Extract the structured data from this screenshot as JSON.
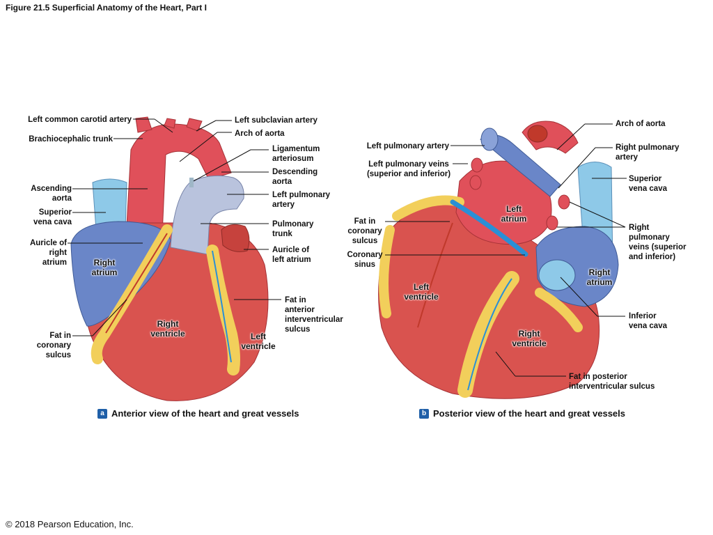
{
  "figure_title": "Figure 21.5 Superficial Anatomy of the Heart, Part I",
  "copyright": "© 2018 Pearson Education, Inc.",
  "panel_a": {
    "badge": "a",
    "caption": "Anterior view of the heart and great vessels",
    "labels": {
      "left_common_carotid": "Left common carotid artery",
      "brachiocephalic": "Brachiocephalic trunk",
      "ascending_aorta": "Ascending\naorta",
      "svc": "Superior\nvena cava",
      "auricle_right": "Auricle of\nright\natrium",
      "fat_coronary": "Fat in\ncoronary\nsulcus",
      "left_subclavian": "Left subclavian artery",
      "arch_aorta": "Arch of aorta",
      "ligamentum": "Ligamentum\narteriosum",
      "descending": "Descending\naorta",
      "left_pulm_artery": "Left pulmonary\nartery",
      "pulm_trunk": "Pulmonary\ntrunk",
      "auricle_left": "Auricle of\nleft atrium",
      "fat_anterior": "Fat in\nanterior\ninterventricular\nsulcus"
    },
    "inner": {
      "right_atrium": "Right\natrium",
      "right_ventricle": "Right\nventricle",
      "left_ventricle": "Left\nventricle"
    }
  },
  "panel_b": {
    "badge": "b",
    "caption": "Posterior view of the heart and great vessels",
    "labels": {
      "left_pulm_artery": "Left pulmonary artery",
      "left_pulm_veins": "Left pulmonary veins\n(superior and inferior)",
      "fat_coronary": "Fat in\ncoronary\nsulcus",
      "coronary_sinus": "Coronary\nsinus",
      "arch_aorta": "Arch of aorta",
      "right_pulm_artery": "Right pulmonary\nartery",
      "svc": "Superior\nvena cava",
      "right_pulm_veins": "Right\npulmonary\nveins (superior\nand inferior)",
      "ivc": "Inferior\nvena cava",
      "fat_posterior": "Fat in posterior\ninterventricular sulcus"
    },
    "inner": {
      "left_atrium": "Left\natrium",
      "left_ventricle": "Left\nventricle",
      "right_atrium": "Right\natrium",
      "right_ventricle": "Right\nventricle"
    }
  },
  "colors": {
    "muscle": "#d9534f",
    "muscle_dark": "#b83a35",
    "artery": "#e0505a",
    "vein": "#6a86c8",
    "vein_light": "#8ec9e8",
    "pulmonary_artery": "#b9c3dd",
    "fat": "#f2cf5b",
    "vessel_blue": "#2a8fd6"
  }
}
